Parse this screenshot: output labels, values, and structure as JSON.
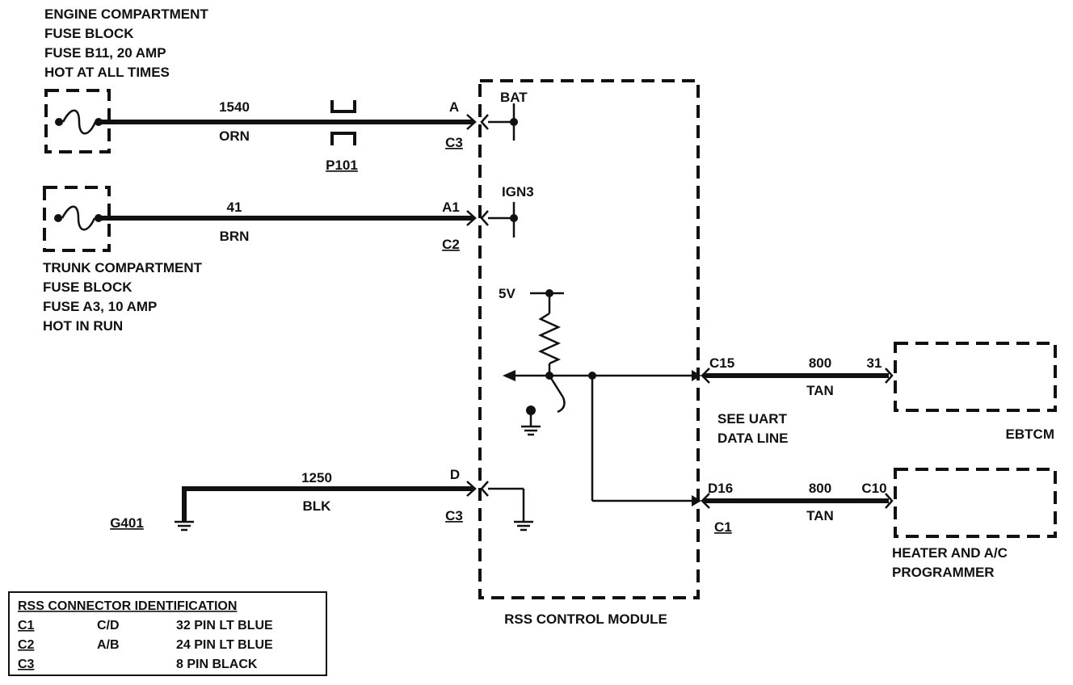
{
  "engine_fuse": {
    "lines": [
      "ENGINE COMPARTMENT",
      "FUSE BLOCK",
      "FUSE B11, 20 AMP",
      "HOT AT ALL TIMES"
    ]
  },
  "trunk_fuse": {
    "lines": [
      "TRUNK COMPARTMENT",
      "FUSE BLOCK",
      "FUSE A3, 10 AMP",
      "HOT IN RUN"
    ]
  },
  "wire_bat": {
    "circuit": "1540",
    "color": "ORN",
    "pin": "A",
    "connector": "C3",
    "inline_connector": "P101",
    "terminal": "BAT"
  },
  "wire_ign": {
    "circuit": "41",
    "color": "BRN",
    "pin": "A1",
    "connector": "C2",
    "terminal": "IGN3"
  },
  "wire_gnd": {
    "circuit": "1250",
    "color": "BLK",
    "pin": "D",
    "connector": "C3",
    "ground": "G401"
  },
  "pullup_voltage": "5V",
  "wire_ebtcm": {
    "pin": "C15",
    "circuit": "800",
    "color": "TAN",
    "remote_pin": "31",
    "note_lines": [
      "SEE UART",
      "DATA LINE"
    ],
    "module": "EBTCM"
  },
  "wire_hvac": {
    "pin": "D16",
    "circuit": "800",
    "color": "TAN",
    "remote_pin": "C10",
    "connector": "C1",
    "module_lines": [
      "HEATER AND A/C",
      "PROGRAMMER"
    ]
  },
  "module_name": "RSS CONTROL MODULE",
  "connector_table": {
    "title": "RSS CONNECTOR IDENTIFICATION",
    "rows": [
      {
        "id": "C1",
        "pins": "C/D",
        "desc": "32 PIN LT BLUE"
      },
      {
        "id": "C2",
        "pins": "A/B",
        "desc": "24 PIN LT BLUE"
      },
      {
        "id": "C3",
        "pins": "",
        "desc": "8 PIN BLACK"
      }
    ]
  }
}
